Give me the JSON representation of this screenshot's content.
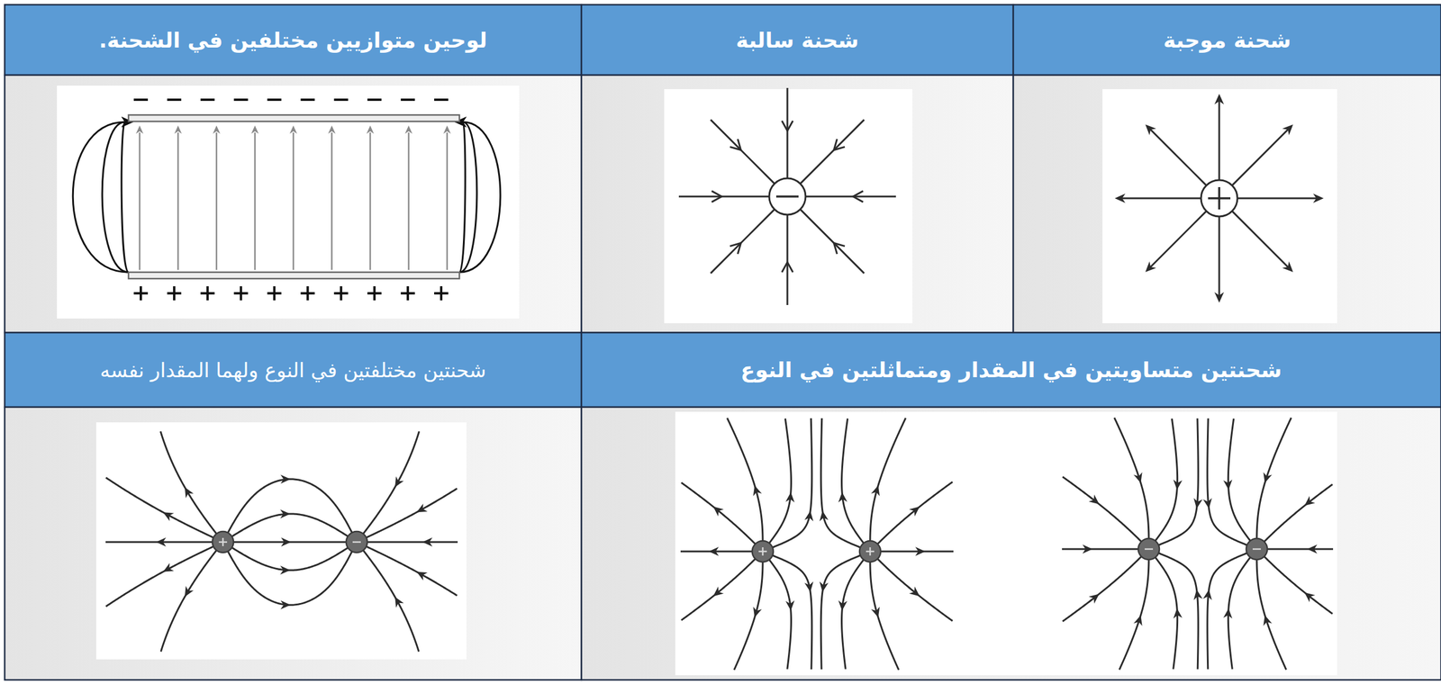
{
  "diagram": {
    "labels": [
      "شحنة موجبة",
      "شحنة سالبة",
      "لوحين متوازيين مختلفين في الشحنة.",
      "شحنتين متساويتين في المقدار ومتماثلتين في النوع",
      "شحنتين مختلفتين في النوع ولهما المقدار نفسه"
    ]
  }
}
